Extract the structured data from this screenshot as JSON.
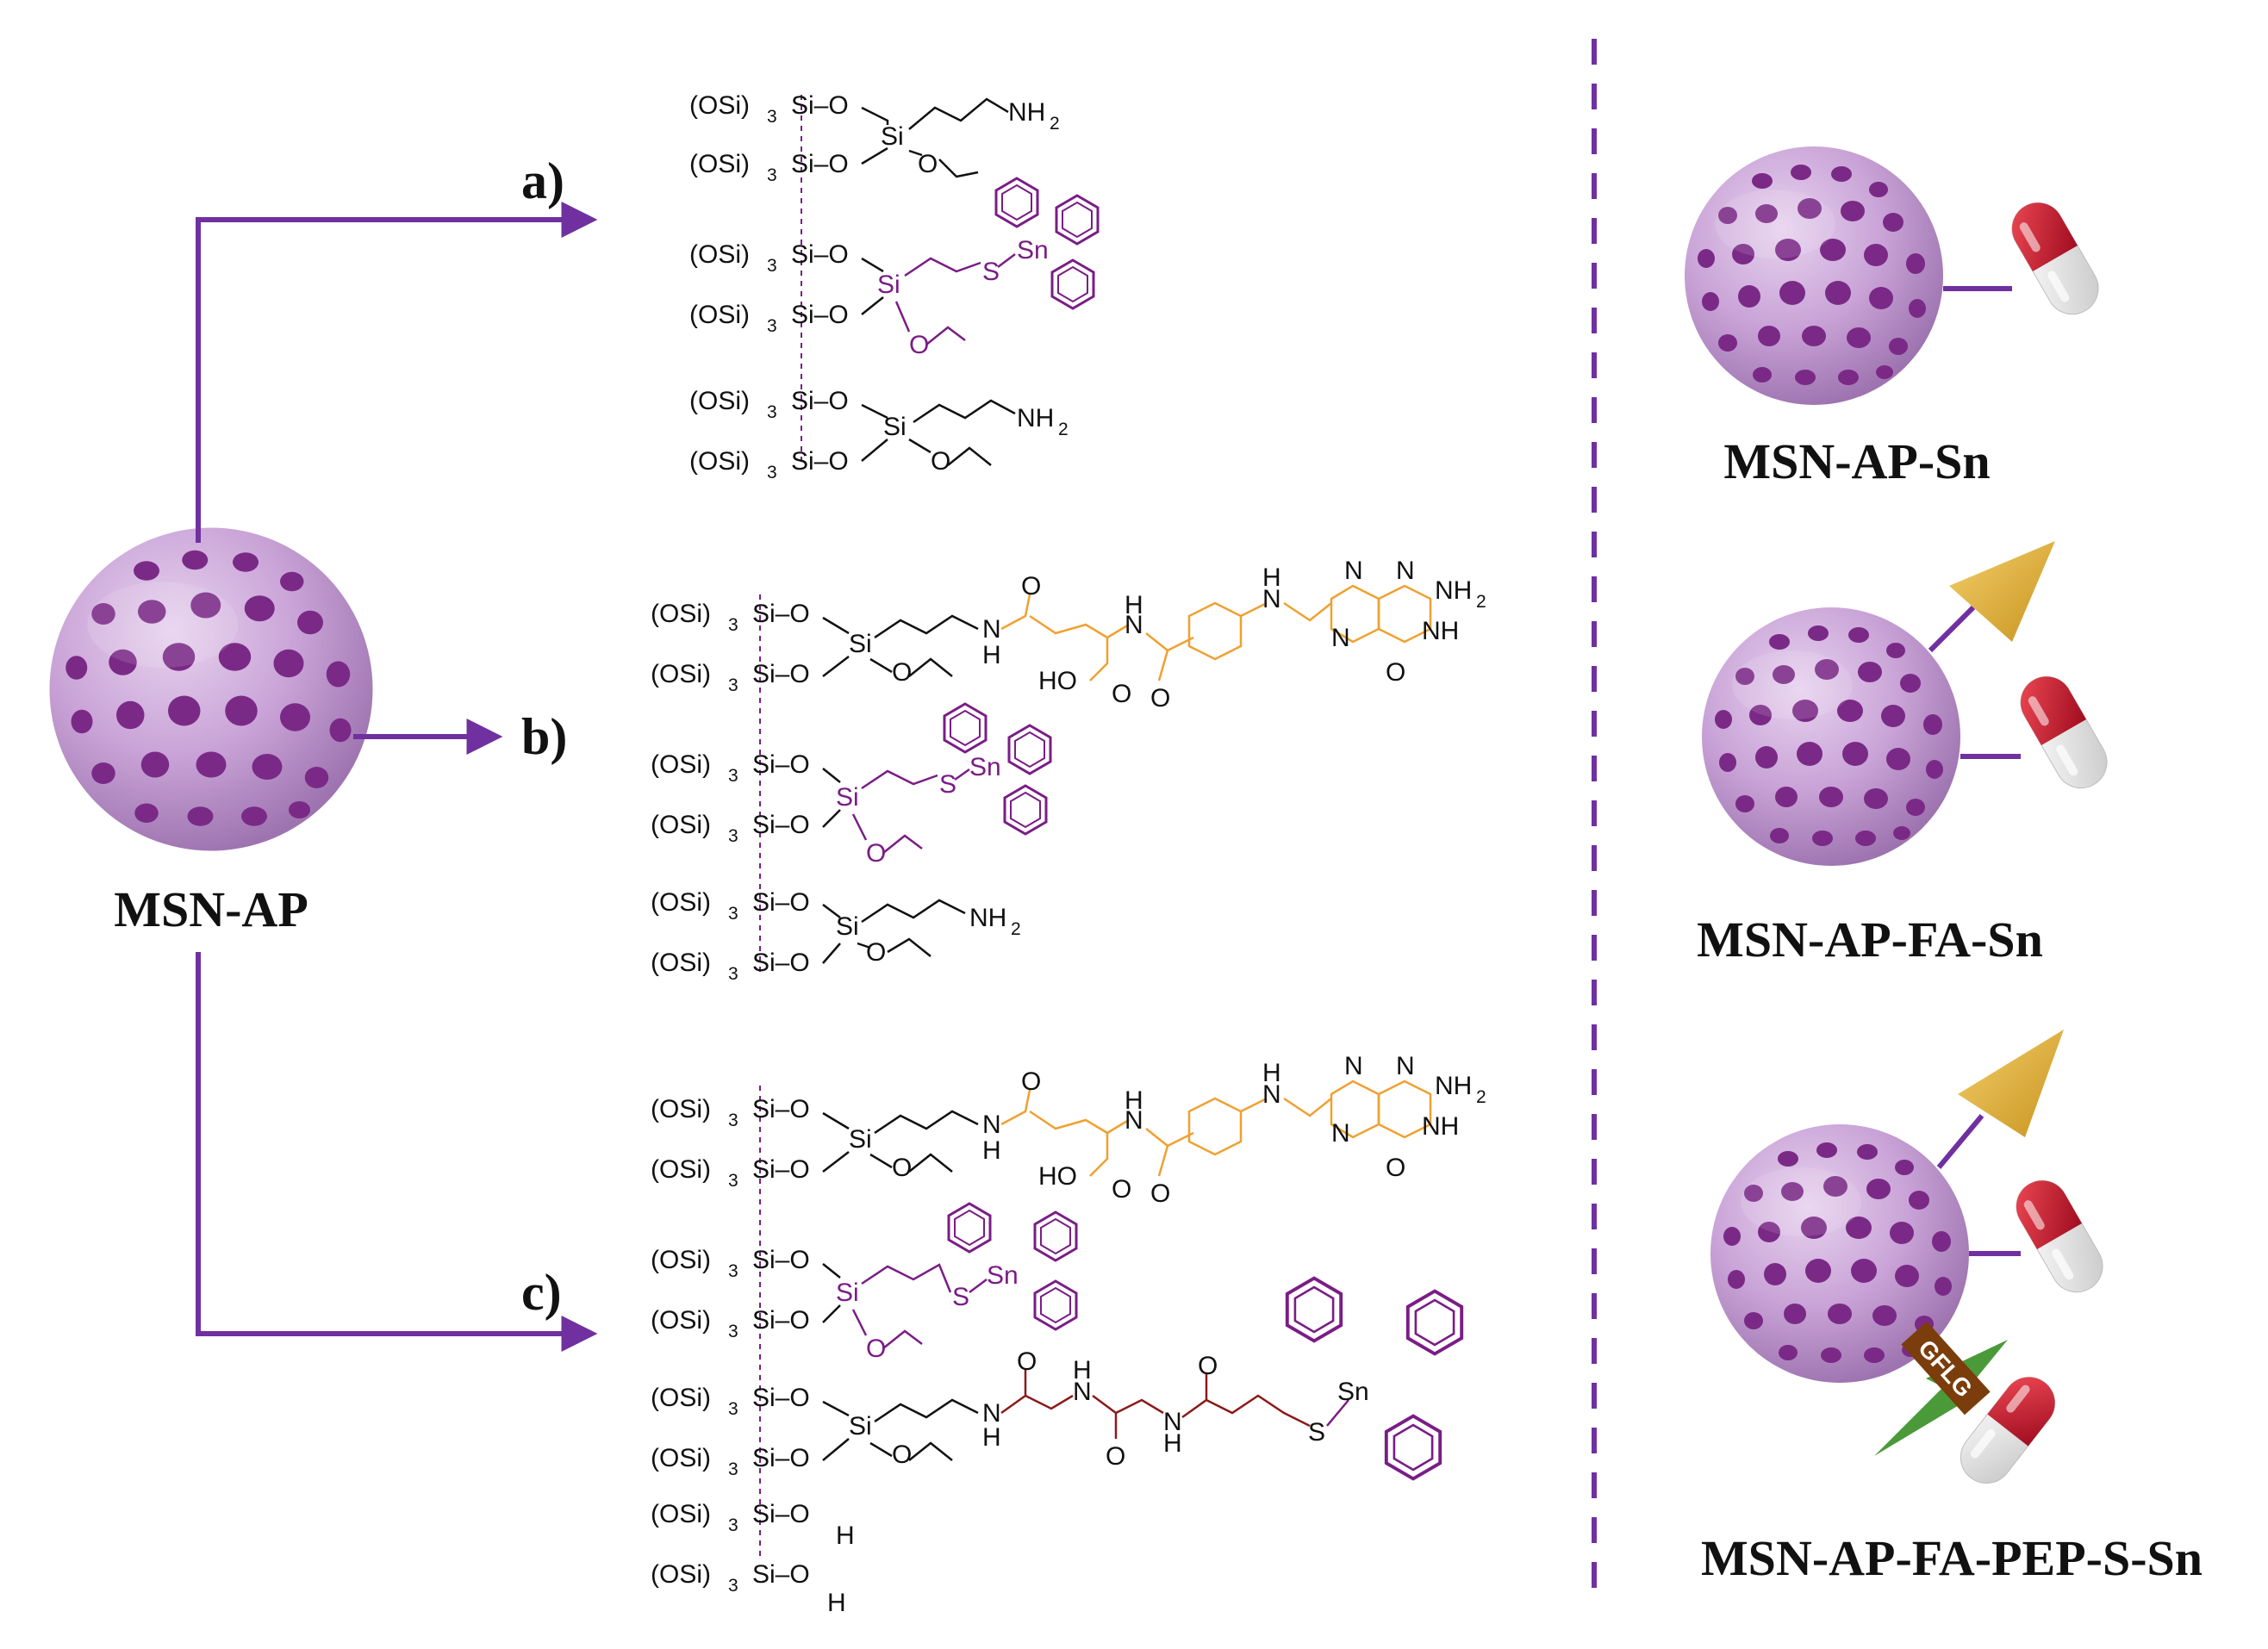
{
  "colors": {
    "arrow": "#7030a0",
    "msn_body": "#c8a2d6",
    "msn_pore": "#7a2a86",
    "folate": "#f0a030",
    "tin_group": "#7a1d86",
    "peptide": "#8b1a1a",
    "divider": "#7030a0",
    "capsule_red": "#c8102e",
    "capsule_white": "#f2f2f2",
    "cone_gold": "#e2b43a",
    "bolt_green": "#4a9a3a",
    "gflg_brown": "#7b3d0b"
  },
  "source": {
    "label": "MSN-AP"
  },
  "routes": [
    {
      "marker": "a)"
    },
    {
      "marker": "b)"
    },
    {
      "marker": "c)"
    }
  ],
  "structures": {
    "core": "(OSi)",
    "core_sub": "3",
    "si": "Si",
    "o": "O",
    "si_o": "Si–O",
    "si_o_short": "Si–O",
    "ch2ch3": "O",
    "nh2": "NH",
    "nh2_sub": "2",
    "s": "S",
    "sn": "Sn",
    "h": "H",
    "nh": "NH",
    "n": "N",
    "ho": "HO",
    "oh_h": "H"
  },
  "products": [
    {
      "label": "MSN-AP-Sn"
    },
    {
      "label": "MSN-AP-FA-Sn"
    },
    {
      "label": "MSN-AP-FA-PEP-S-Sn"
    }
  ],
  "peptide_tag": "GFLG",
  "icons": [
    "nanoparticle-icon",
    "capsule-icon",
    "folate-cone-icon",
    "lightning-bolt-icon"
  ]
}
